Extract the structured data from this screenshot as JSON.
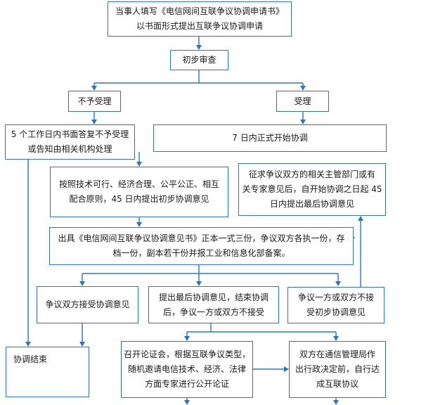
{
  "nodes": {
    "apply": "当事人填写《电信网间互联争议协调申请书》\n以书面形式提出互联争议协调申请",
    "review": "初步审查",
    "not_accept": "不予受理",
    "accept": "受理",
    "reply_5days": "5 个工作日内书面答复不予受理\n或告知由相关机构处理",
    "start_7days": "7 日内正式开始协调",
    "initial_opinion": "按照技术可行、经济合理、公平公正、相互\n配合原则，45 日内提出初步协调意见",
    "final_opinion_45": "征求争议双方的相关主管部门或有\n关专家意见后，自开始协调之日起 45\n日内提出最后协调意见",
    "issue_letter": "出具《电信网间互联争议协调意见书》正本一式三份，争议双方各执一份，存\n档一份，副本若干份并报工业和信息化部备案。",
    "both_accept": "争议双方接受协调意见",
    "final_not_accept": "提出最后协调意见，结束协调\n后，争议一方或双方不接受",
    "one_not_accept": "争议一方或双方不接\n受初步协调意见",
    "end": "协调结束",
    "hearing": "召开论证会，根据互联争议类型，\n随机邀请电信技术、经济、法律\n方面专家进行公开论证",
    "self_agreement": "双方在通信管理局作\n出行政决定前，自行达\n成互联协议"
  }
}
